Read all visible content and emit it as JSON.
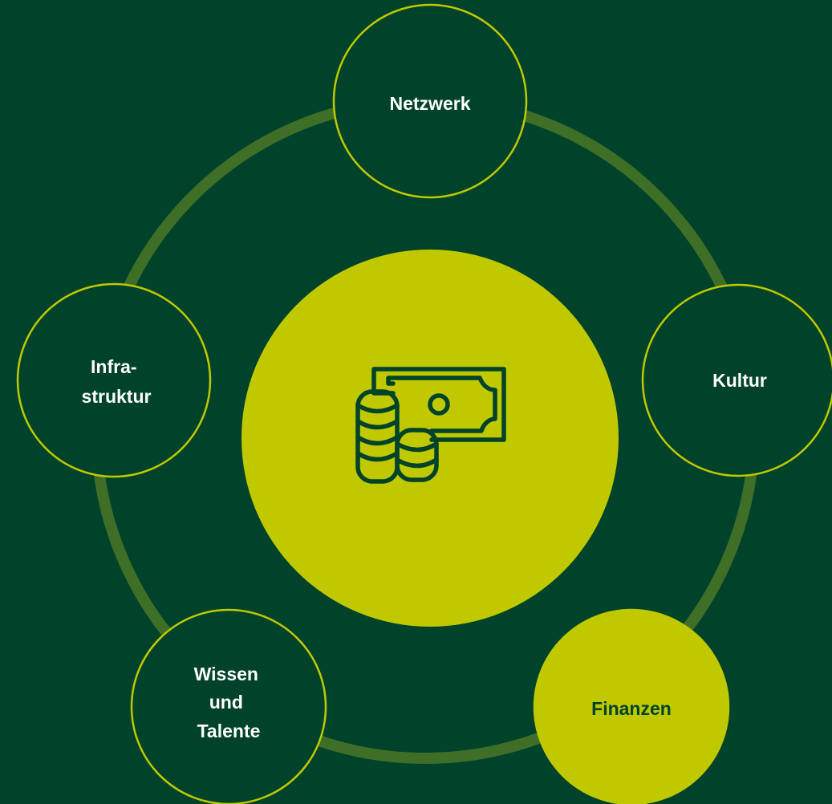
{
  "colors": {
    "background": "#00432a",
    "ring": "#3f6f26",
    "accent": "#c0c900",
    "node_fill": "#00432a",
    "label_light": "#ffffff",
    "label_dark": "#00432a"
  },
  "center": {
    "icon": "money-coins-icon"
  },
  "nodes": [
    {
      "key": "netzwerk",
      "lines": [
        "Netzwerk"
      ],
      "active": false
    },
    {
      "key": "kultur",
      "lines": [
        "Kultur"
      ],
      "active": false
    },
    {
      "key": "finanzen",
      "lines": [
        "Finanzen"
      ],
      "active": true
    },
    {
      "key": "wissen",
      "lines": [
        "Wissen",
        "und",
        "Talente"
      ],
      "active": false
    },
    {
      "key": "infrastruktur",
      "lines": [
        "Infra-",
        "struktur"
      ],
      "active": false
    }
  ]
}
